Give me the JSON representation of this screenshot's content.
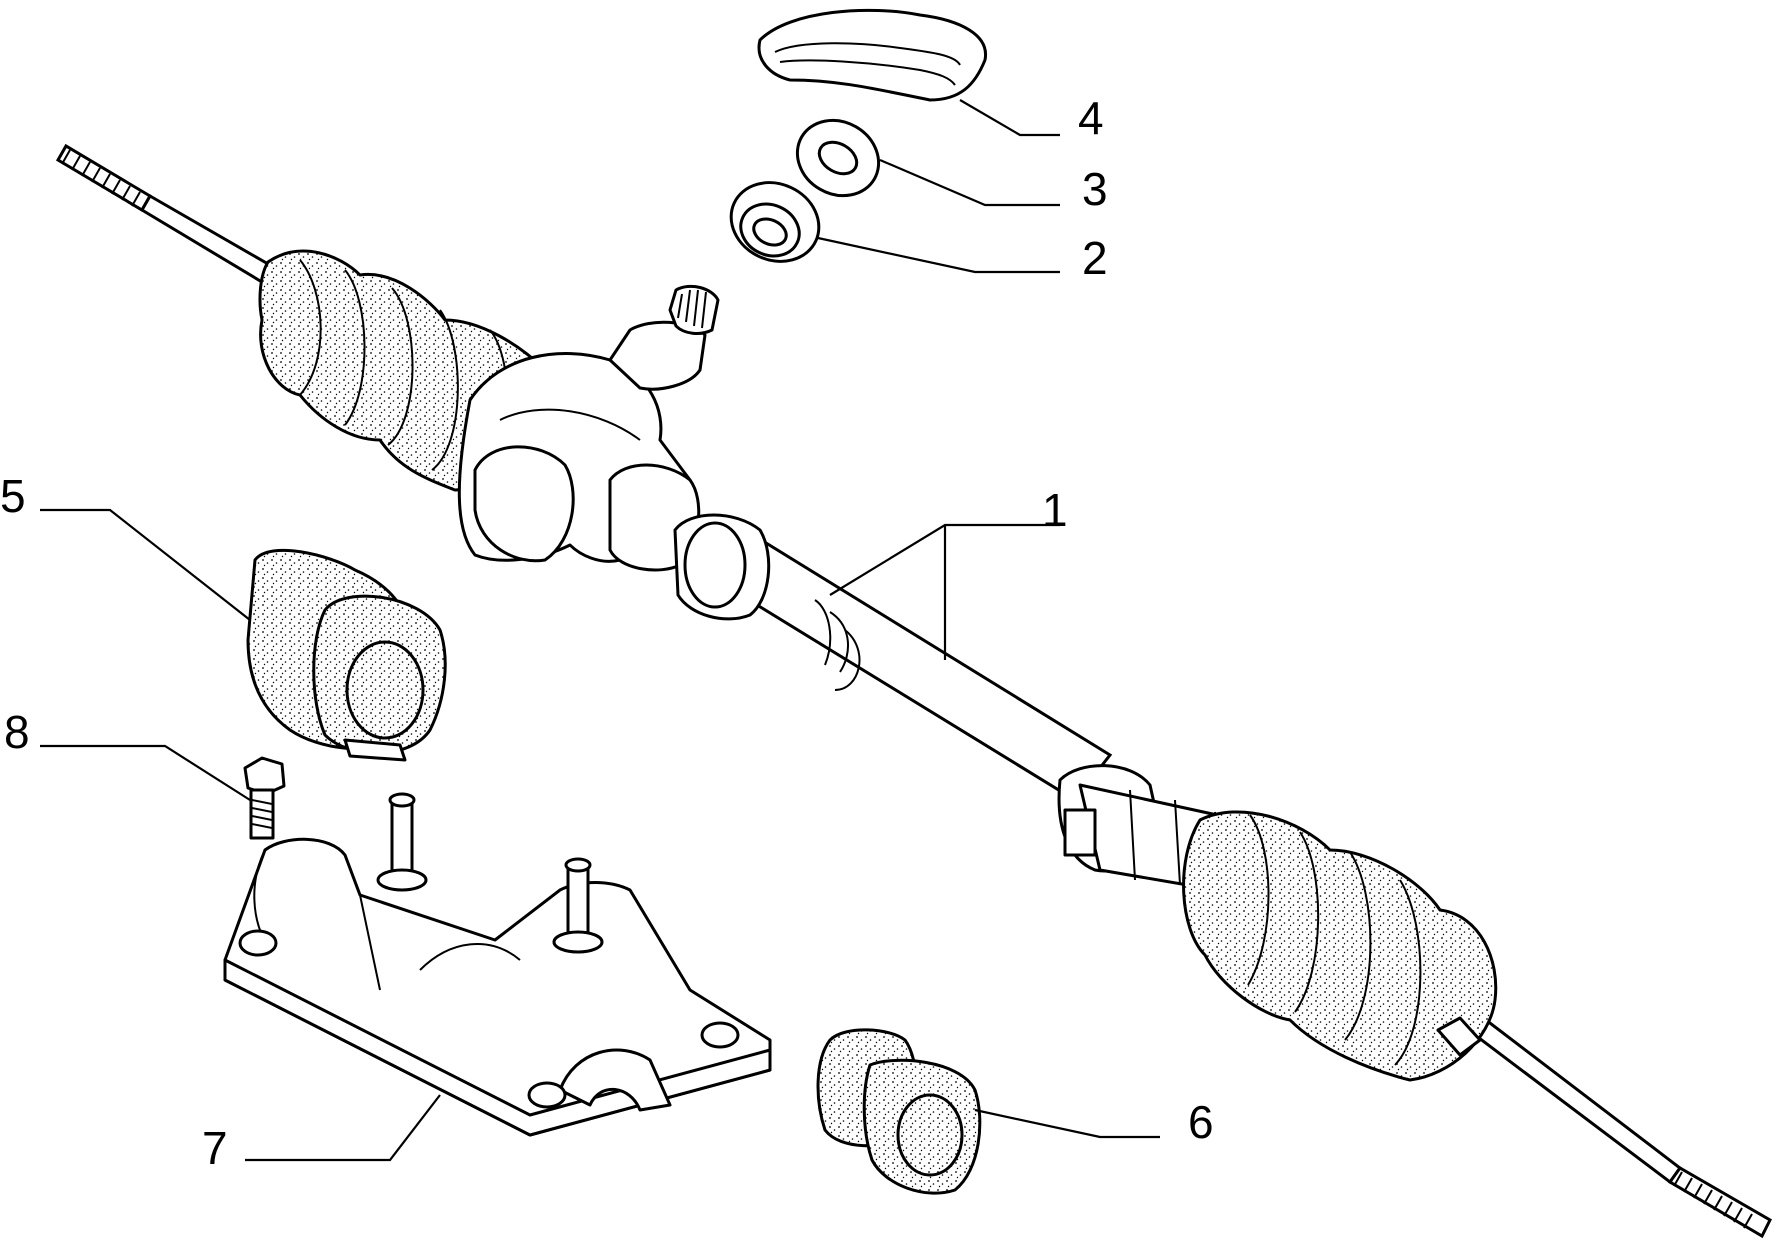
{
  "diagram": {
    "callouts": [
      {
        "id": "1",
        "label": "1"
      },
      {
        "id": "2",
        "label": "2"
      },
      {
        "id": "3",
        "label": "3"
      },
      {
        "id": "4",
        "label": "4"
      },
      {
        "id": "5",
        "label": "5"
      },
      {
        "id": "6",
        "label": "6"
      },
      {
        "id": "7",
        "label": "7"
      },
      {
        "id": "8",
        "label": "8"
      }
    ],
    "parts": {
      "rack": "steering-rack",
      "boot": "rubber-boot",
      "seal": "pinion-seal",
      "ring": "ring",
      "cover": "pinion-cover",
      "bush_left": "mount-bush",
      "bush_right": "mount-bush",
      "bolt": "bolt",
      "bracket": "mounting-bracket"
    },
    "colors": {
      "line": "#000000",
      "background": "#ffffff",
      "texture": "#000000"
    }
  }
}
